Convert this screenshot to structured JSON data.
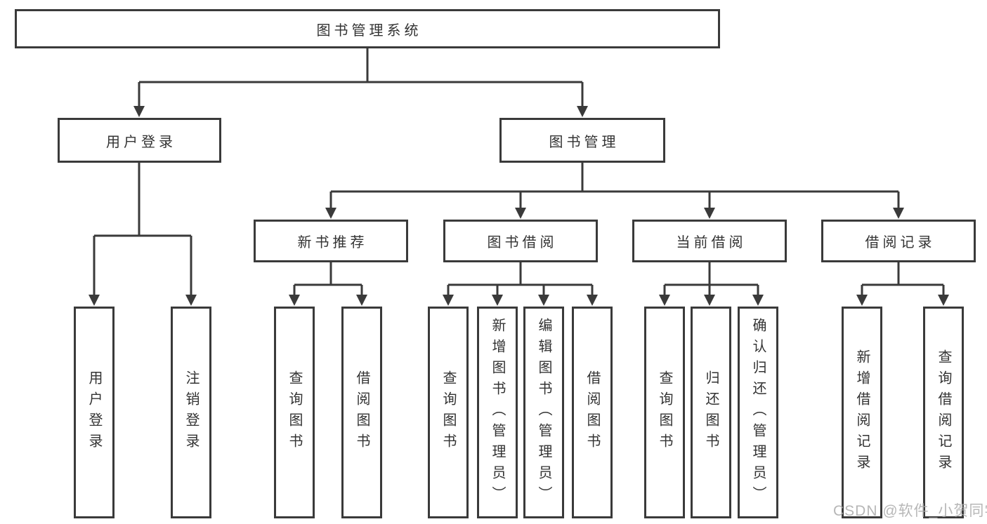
{
  "colors": {
    "line": "#3a3a3a",
    "text": "#333333",
    "box_fill": "#ffffff",
    "watermark": "#ababab"
  },
  "watermark": "CSDN @软件_小贺同学",
  "tree": {
    "root": {
      "label": "图书管理系统",
      "children": [
        {
          "label": "用户登录",
          "children": [
            {
              "label": "用户登录"
            },
            {
              "label": "注销登录"
            }
          ]
        },
        {
          "label": "图书管理",
          "children": [
            {
              "label": "新书推荐",
              "children": [
                {
                  "label": "查询图书"
                },
                {
                  "label": "借阅图书"
                }
              ]
            },
            {
              "label": "图书借阅",
              "children": [
                {
                  "label": "查询图书"
                },
                {
                  "label": "新增图书（管理员）"
                },
                {
                  "label": "编辑图书（管理员）"
                },
                {
                  "label": "借阅图书"
                }
              ]
            },
            {
              "label": "当前借阅",
              "children": [
                {
                  "label": "查询图书"
                },
                {
                  "label": "归还图书"
                },
                {
                  "label": "确认归还（管理员）"
                }
              ]
            },
            {
              "label": "借阅记录",
              "children": [
                {
                  "label": "新增借阅记录"
                },
                {
                  "label": "查询借阅记录"
                }
              ]
            }
          ]
        }
      ]
    }
  }
}
